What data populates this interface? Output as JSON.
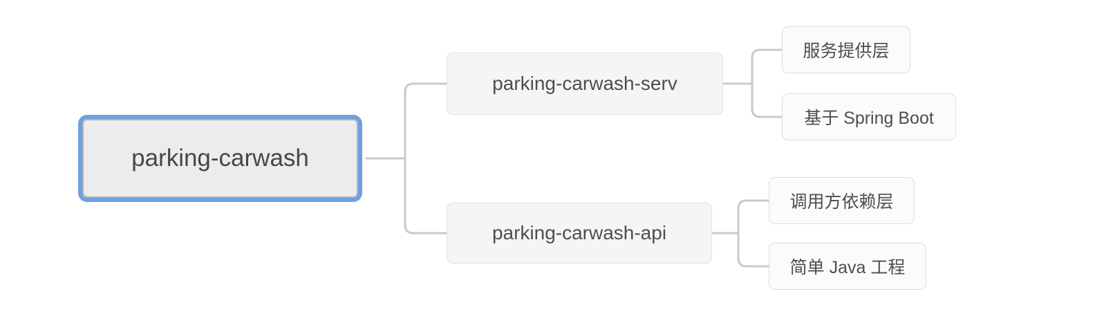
{
  "mindmap": {
    "root": {
      "label": "parking-carwash",
      "selected": true
    },
    "branches": [
      {
        "label": "parking-carwash-serv",
        "children": [
          {
            "label": "服务提供层"
          },
          {
            "label": "基于 Spring Boot"
          }
        ]
      },
      {
        "label": "parking-carwash-api",
        "children": [
          {
            "label": "调用方依赖层"
          },
          {
            "label": "简单 Java 工程"
          }
        ]
      }
    ]
  },
  "colors": {
    "selection_ring": "#6fa0e0",
    "connector": "#c9c9c9",
    "root_fill": "#ececec",
    "root_border": "#b3b3b3",
    "branch_fill": "#f5f5f5",
    "branch_border": "#e2e2e2",
    "leaf_fill": "#fbfbfb",
    "leaf_border": "#dcdcdc",
    "text": "#4c4c4c",
    "canvas_bg": "#ffffff"
  }
}
